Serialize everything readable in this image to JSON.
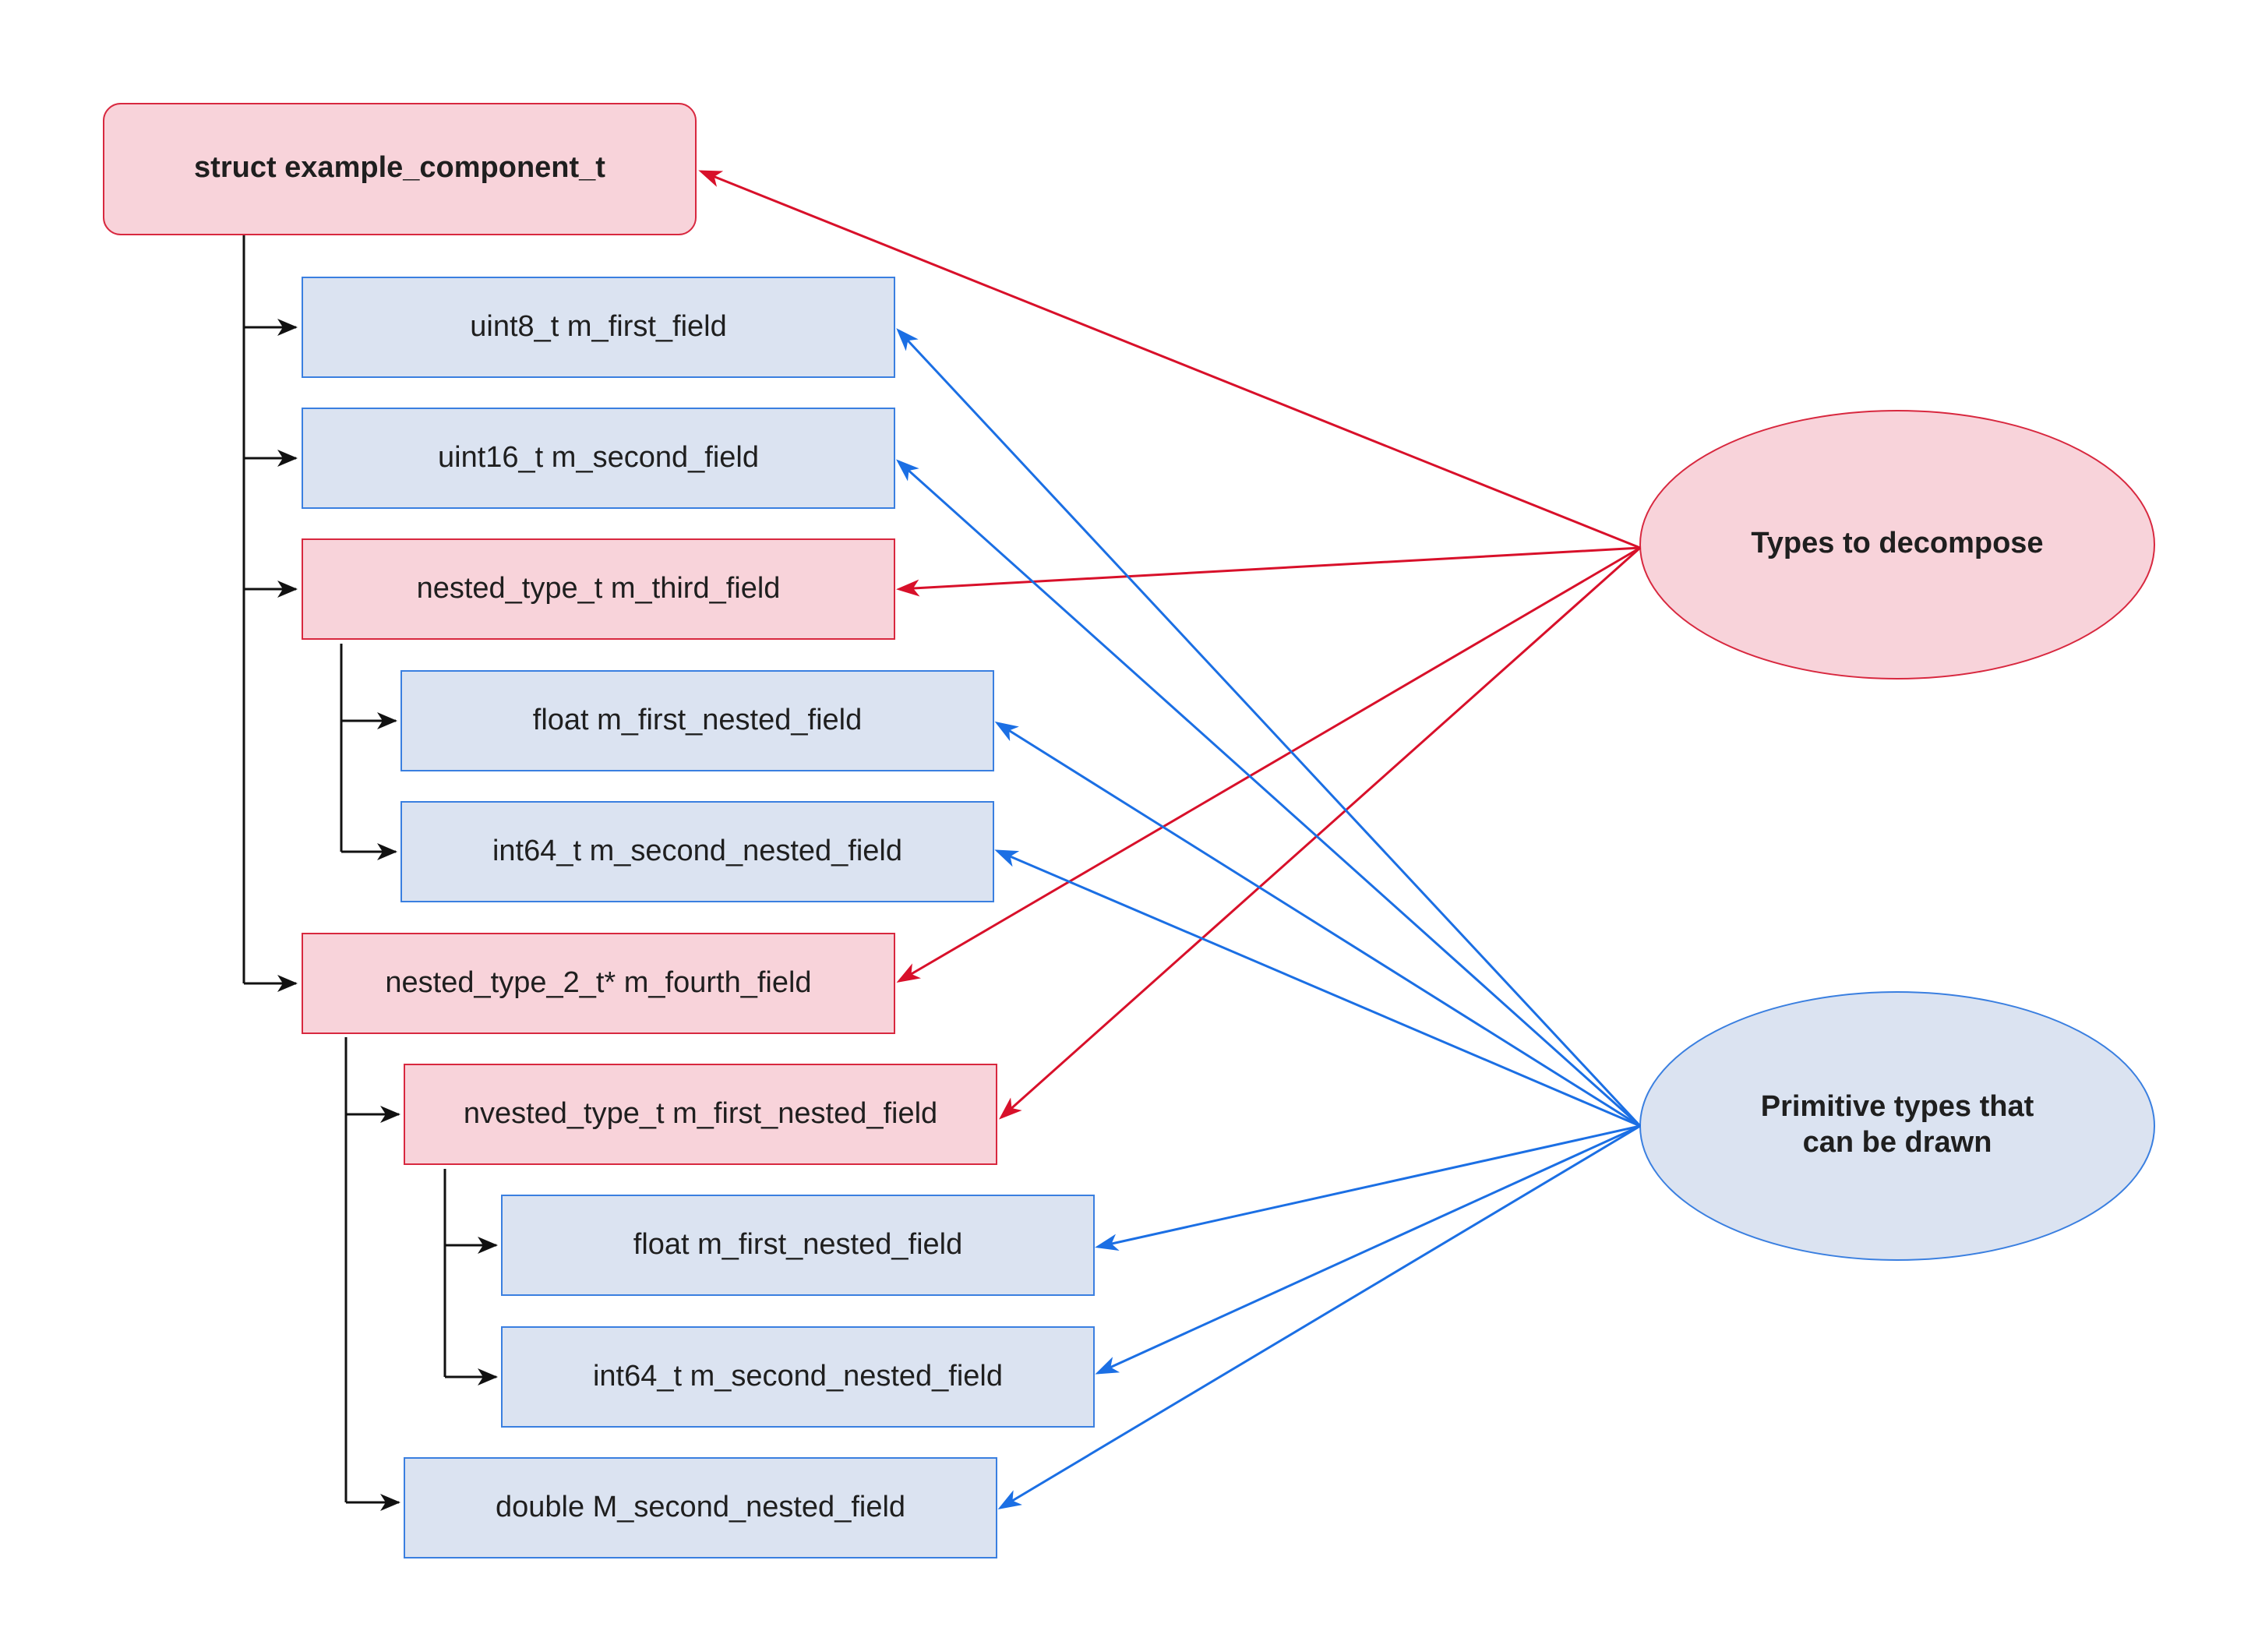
{
  "colors": {
    "decompose_fill": "#f8d3da",
    "decompose_stroke": "#d8283f",
    "primitive_fill": "#dbe3f1",
    "primitive_stroke": "#3a7fe0",
    "tree_line": "#111111",
    "red_arrow": "#d8102a",
    "blue_arrow": "#1b6fe4"
  },
  "nodes": {
    "root": {
      "label": "struct example_component_t",
      "kind": "decompose"
    },
    "first_field": {
      "label": "uint8_t m_first_field",
      "kind": "primitive"
    },
    "second_field": {
      "label": "uint16_t m_second_field",
      "kind": "primitive"
    },
    "third_field": {
      "label": "nested_type_t m_third_field",
      "kind": "decompose"
    },
    "third_first_nested": {
      "label": "float m_first_nested_field",
      "kind": "primitive"
    },
    "third_second_nested": {
      "label": "int64_t m_second_nested_field",
      "kind": "primitive"
    },
    "fourth_field": {
      "label": "nested_type_2_t* m_fourth_field",
      "kind": "decompose"
    },
    "fourth_first_nested": {
      "label": "nvested_type_t m_first_nested_field",
      "kind": "decompose"
    },
    "deep_first_nested": {
      "label": "float m_first_nested_field",
      "kind": "primitive"
    },
    "deep_second_nested": {
      "label": "int64_t m_second_nested_field",
      "kind": "primitive"
    },
    "fourth_second_nested": {
      "label": "double M_second_nested_field",
      "kind": "primitive"
    }
  },
  "legend": {
    "decompose": {
      "lines": [
        "Types to decompose"
      ]
    },
    "primitive": {
      "lines": [
        "Primitive types that",
        "can be drawn"
      ]
    }
  }
}
